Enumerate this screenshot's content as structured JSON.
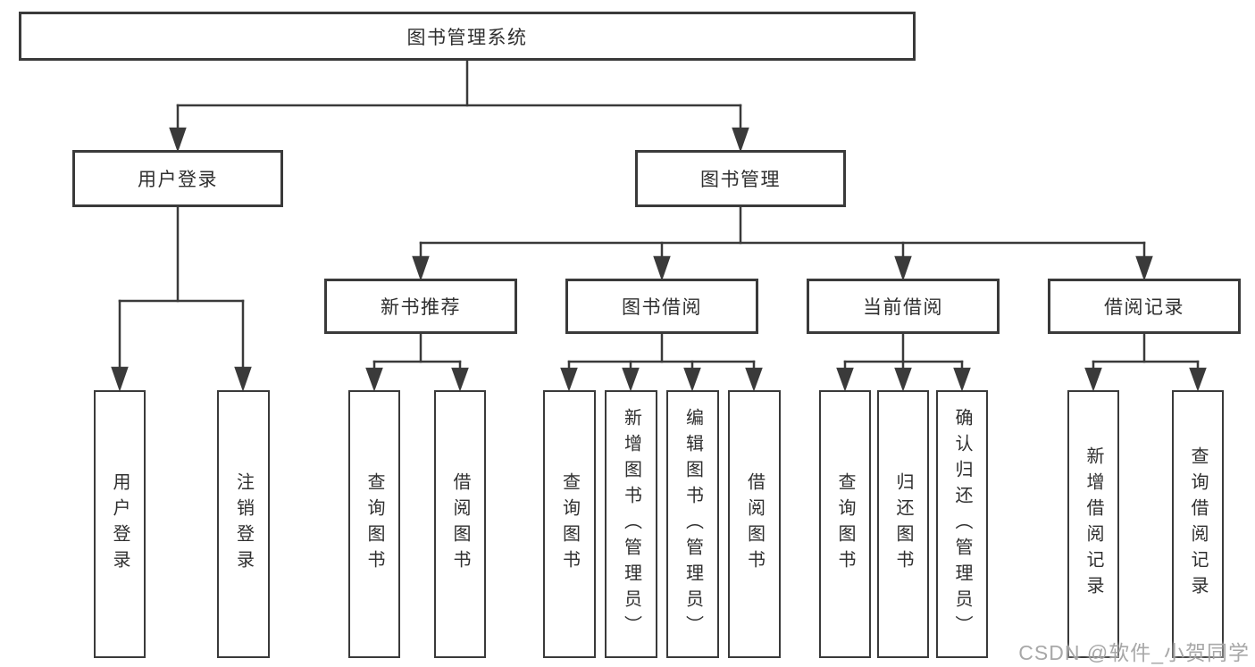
{
  "nodes": {
    "root": {
      "label": "图书管理系统"
    },
    "user_login": {
      "label": "用户登录"
    },
    "book_management": {
      "label": "图书管理"
    },
    "new_book_recommend": {
      "label": "新书推荐"
    },
    "book_borrowing": {
      "label": "图书借阅"
    },
    "current_borrowing": {
      "label": "当前借阅"
    },
    "borrowing_records": {
      "label": "借阅记录"
    },
    "leaf_user_login": {
      "label": "用户登录"
    },
    "leaf_logout": {
      "label": "注销登录"
    },
    "leaf_nb_query_books": {
      "label": "查询图书"
    },
    "leaf_nb_borrow_books": {
      "label": "借阅图书"
    },
    "leaf_bb_query_books": {
      "label": "查询图书"
    },
    "leaf_bb_add_books": {
      "label": "新增图书（管理员）"
    },
    "leaf_bb_edit_books": {
      "label": "编辑图书（管理员）"
    },
    "leaf_bb_borrow_books": {
      "label": "借阅图书"
    },
    "leaf_cb_query_books": {
      "label": "查询图书"
    },
    "leaf_cb_return_books": {
      "label": "归还图书"
    },
    "leaf_cb_confirm_return": {
      "label": "确认归还（管理员）"
    },
    "leaf_br_add_record": {
      "label": "新增借阅记录"
    },
    "leaf_br_query_record": {
      "label": "查询借阅记录"
    }
  },
  "hierarchy": {
    "root": [
      "user_login",
      "book_management"
    ],
    "user_login": [
      "leaf_user_login",
      "leaf_logout"
    ],
    "book_management": [
      "new_book_recommend",
      "book_borrowing",
      "current_borrowing",
      "borrowing_records"
    ],
    "new_book_recommend": [
      "leaf_nb_query_books",
      "leaf_nb_borrow_books"
    ],
    "book_borrowing": [
      "leaf_bb_query_books",
      "leaf_bb_add_books",
      "leaf_bb_edit_books",
      "leaf_bb_borrow_books"
    ],
    "current_borrowing": [
      "leaf_cb_query_books",
      "leaf_cb_return_books",
      "leaf_cb_confirm_return"
    ],
    "borrowing_records": [
      "leaf_br_add_record",
      "leaf_br_query_record"
    ]
  },
  "watermark": {
    "text": "CSDN @软件_小贺同学"
  },
  "colors": {
    "line": "#3a3a3a",
    "text": "#2f2f2f",
    "box_background": "#ffffff",
    "page_background": "#ffffff",
    "watermark": "#a3a3a3"
  }
}
